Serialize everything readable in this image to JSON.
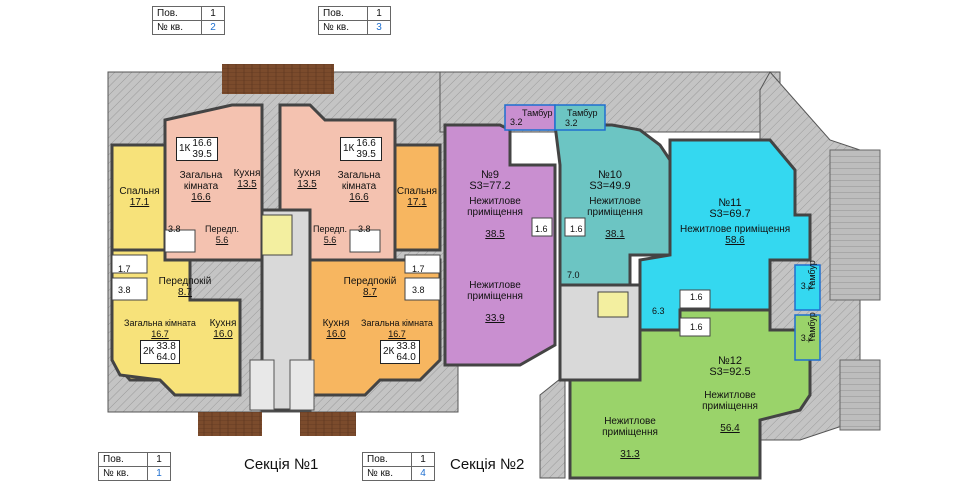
{
  "stamps": [
    {
      "pov_label": "Пов.",
      "pov": "1",
      "kv_label": "№ кв.",
      "kv": "2"
    },
    {
      "pov_label": "Пов.",
      "pov": "1",
      "kv_label": "№ кв.",
      "kv": "3"
    },
    {
      "pov_label": "Пов.",
      "pov": "1",
      "kv_label": "№ кв.",
      "kv": "1"
    },
    {
      "pov_label": "Пов.",
      "pov": "1",
      "kv_label": "№ кв.",
      "kv": "4"
    }
  ],
  "sections": {
    "s1": "Секція №1",
    "s2": "Секція №2"
  },
  "apt1": {
    "bedroom": "Спальня",
    "bedroom_area": "17.1",
    "living": "Загальна кімната",
    "living_area": "16.7",
    "kitchen": "Кухня",
    "kitchen_area": "16.0",
    "hall": "Передпокій",
    "hall_area": "8.7",
    "bath1": "1.7",
    "bath2": "3.8",
    "type": "2К",
    "a1": "33.8",
    "a2": "64.0"
  },
  "apt2": {
    "living": "Загальна кімната",
    "living_area": "16.6",
    "kitchen": "Кухня",
    "kitchen_area": "13.5",
    "hall": "Передп.",
    "hall_area": "5.6",
    "bath": "3.8",
    "type": "1К",
    "a1": "16.6",
    "a2": "39.5"
  },
  "apt3": {
    "living": "Загальна кімната",
    "living_area": "16.6",
    "kitchen": "Кухня",
    "kitchen_area": "13.5",
    "hall": "Передп.",
    "hall_area": "5.6",
    "bath": "3.8",
    "bedroom": "Спальня",
    "bedroom_area": "17.1",
    "type": "1К",
    "a1": "16.6",
    "a2": "39.5"
  },
  "apt4": {
    "living": "Загальна кімната",
    "living_area": "16.7",
    "kitchen": "Кухня",
    "kitchen_area": "16.0",
    "hall": "Передпокій",
    "hall_area": "8.7",
    "bath1": "1.7",
    "bath2": "3.8",
    "type": "2К",
    "a1": "33.8",
    "a2": "64.0"
  },
  "n9": {
    "num": "№9",
    "area": "S3=77.2",
    "label1": "Нежитлове приміщення",
    "a1": "38.5",
    "label2": "Нежитлове приміщення",
    "a2": "33.9",
    "wc": "1.6",
    "tambur": "Тамбур",
    "t_area": "3.2"
  },
  "n10": {
    "num": "№10",
    "area": "S3=49.9",
    "label": "Нежитлове приміщення",
    "a1": "38.1",
    "wc": "1.6",
    "corr": "7.0",
    "tambur": "Тамбур",
    "t_area": "3.2"
  },
  "n11": {
    "num": "№11",
    "area": "S3=69.7",
    "label": "Нежитлове приміщення",
    "a1": "58.6",
    "wc": "1.6",
    "corr": "6.3",
    "tambur": "Тамбур",
    "t_area": "3.2"
  },
  "n12": {
    "num": "№12",
    "area": "S3=92.5",
    "label1": "Нежитлове приміщення",
    "a1": "56.4",
    "label2": "Нежитлове приміщення",
    "a2": "31.3",
    "wc": "1.6",
    "tambur": "Тамбур",
    "t_area": "3.2"
  },
  "colors": {
    "yellow": "#f7e27a",
    "pink": "#f4c2b0",
    "orange": "#f7b660",
    "purple": "#c98fd0",
    "teal": "#6cc5c3",
    "cyan": "#34d8f0",
    "green": "#9ad36a",
    "wall": "#555555",
    "terrace": "#b9b9b9",
    "brick": "#7a4a2e"
  }
}
